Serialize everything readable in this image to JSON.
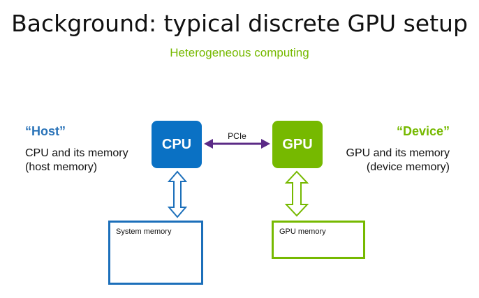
{
  "slide": {
    "title": "Background: typical discrete GPU setup",
    "subtitle": "Heterogeneous computing"
  },
  "host": {
    "heading": "“Host”",
    "description_line1": "CPU and its memory",
    "description_line2": "(host memory)"
  },
  "device": {
    "heading": "“Device”",
    "description_line1": "GPU and its memory",
    "description_line2": "(device memory)"
  },
  "diagram": {
    "cpu_label": "CPU",
    "gpu_label": "GPU",
    "link_label": "PCIe",
    "system_memory_label": "System memory",
    "gpu_memory_label": "GPU memory"
  },
  "colors": {
    "host_blue": "#0a71c4",
    "device_green": "#76b900",
    "link_purple": "#5b2a86"
  }
}
